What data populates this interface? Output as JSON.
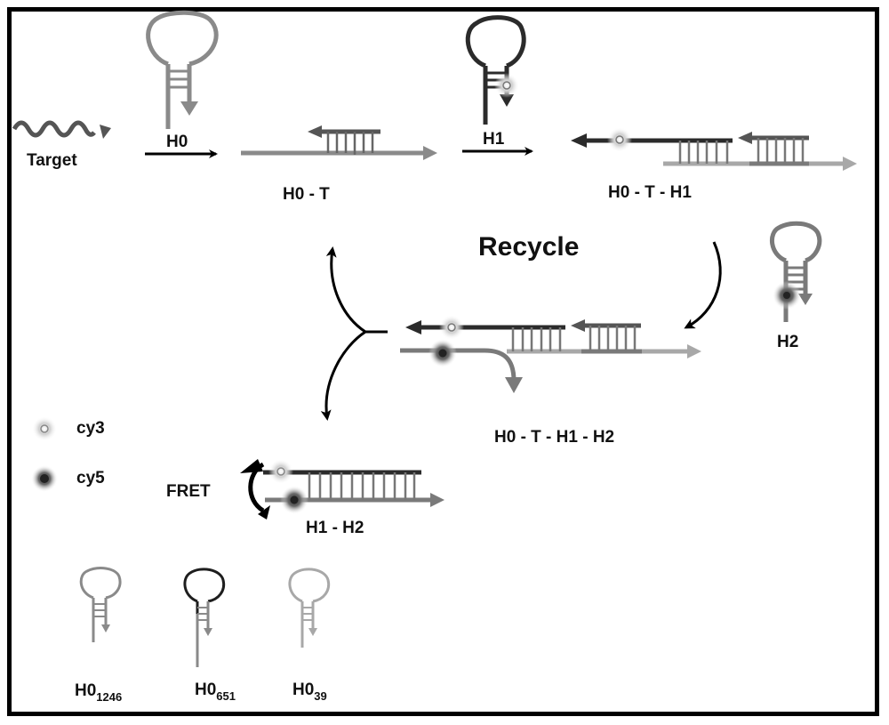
{
  "diagram": {
    "title": "Recycle",
    "colors": {
      "border": "#000000",
      "h0_strand": "#8a8a8a",
      "h1_strand": "#2b2b2b",
      "h2_strand": "#7a7a7a",
      "target_strand": "#555555",
      "light_strand": "#a8a8a8",
      "arrow": "#000000",
      "cy3_glow": "#bdbdbd",
      "cy5_glow": "#5a5a5a"
    },
    "labels": {
      "target": "Target",
      "h0": "H0",
      "h1": "H1",
      "h2": "H2",
      "h0_t": "H0 - T",
      "h0_t_h1": "H0 - T - H1",
      "h0_t_h1_h2": "H0 - T - H1 - H2",
      "h1_h2": "H1 - H2",
      "fret": "FRET"
    },
    "legend": [
      {
        "marker": "cy3-star-icon",
        "label": "cy3"
      },
      {
        "marker": "cy5-star-icon",
        "label": "cy5"
      }
    ],
    "variants": [
      {
        "name": "H0",
        "subscript": "1246"
      },
      {
        "name": "H0",
        "subscript": "651"
      },
      {
        "name": "H0",
        "subscript": "39"
      }
    ]
  }
}
